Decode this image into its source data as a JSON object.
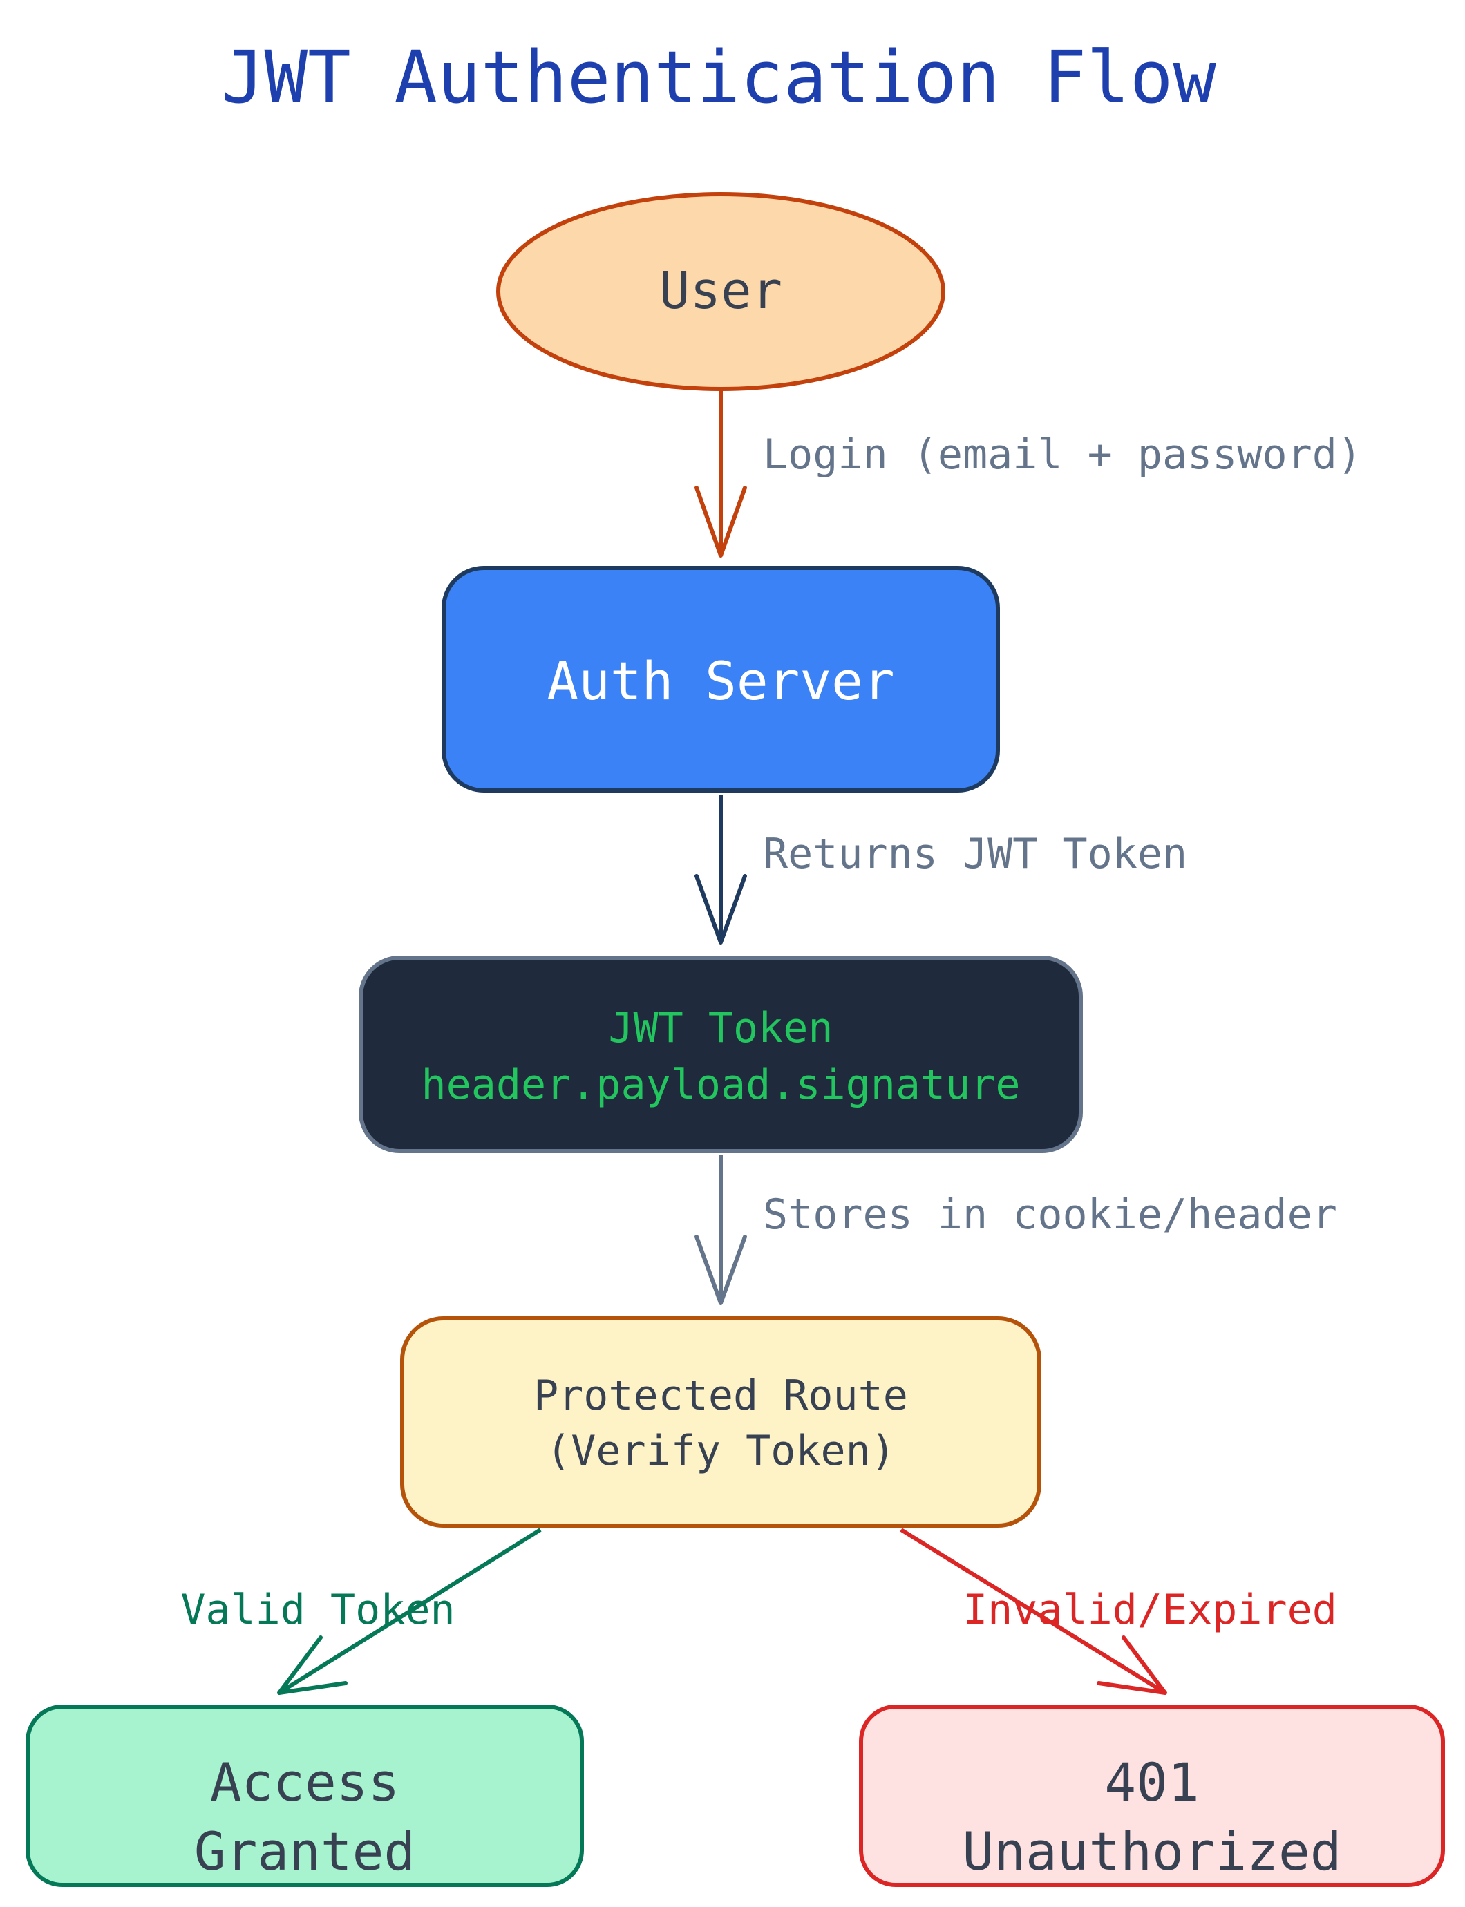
{
  "title": "JWT Authentication Flow",
  "nodes": {
    "user": {
      "label": "User"
    },
    "auth_server": {
      "label": "Auth Server"
    },
    "jwt_token": {
      "line1": "JWT Token",
      "line2": "header.payload.signature"
    },
    "protected_route": {
      "line1": "Protected Route",
      "line2": "(Verify Token)"
    },
    "access_granted": {
      "line1": "Access",
      "line2": "Granted"
    },
    "unauthorized": {
      "line1": "401",
      "line2": "Unauthorized"
    }
  },
  "edges": {
    "login": {
      "label": "Login (email + password)"
    },
    "returns_token": {
      "label": "Returns JWT Token"
    },
    "stores": {
      "label": "Stores in cookie/header"
    },
    "valid": {
      "label": "Valid Token"
    },
    "invalid": {
      "label": "Invalid/Expired"
    }
  },
  "colors": {
    "title": "#1e40af",
    "user_fill": "#fdd8aa",
    "user_stroke": "#c2410c",
    "auth_fill": "#3b82f6",
    "auth_stroke": "#1e3a5f",
    "token_fill": "#1f2a3c",
    "token_stroke": "#64748b",
    "token_text": "#22c55e",
    "route_fill": "#fef3c7",
    "route_stroke": "#b45309",
    "granted_fill": "#a7f3d0",
    "granted_stroke": "#047857",
    "unauth_fill": "#fee2e2",
    "unauth_stroke": "#dc2626",
    "edge_label": "#64748b",
    "valid_color": "#047857",
    "invalid_color": "#dc2626"
  }
}
